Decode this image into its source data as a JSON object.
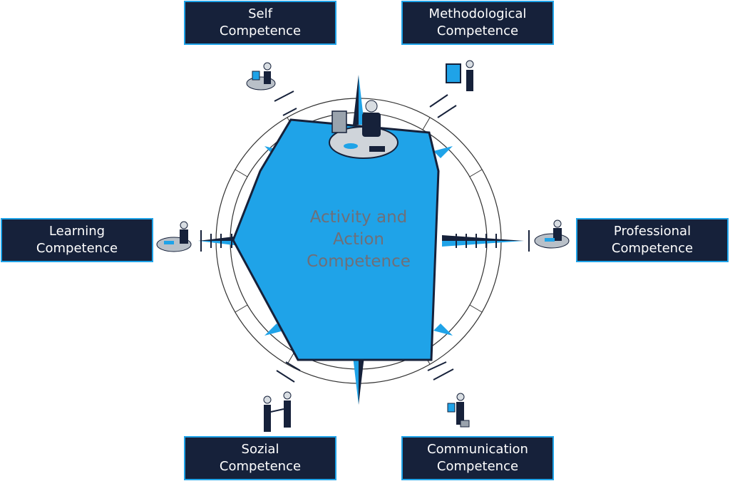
{
  "center": {
    "line1": "Activity and",
    "line2": "Action",
    "line3": "Competence"
  },
  "boxes": {
    "self": {
      "line1": "Self",
      "line2": "Competence"
    },
    "methodological": {
      "line1": "Methodological",
      "line2": "Competence"
    },
    "learning": {
      "line1": "Learning",
      "line2": "Competence"
    },
    "professional": {
      "line1": "Professional",
      "line2": "Competence"
    },
    "sozial": {
      "line1": "Sozial",
      "line2": "Competence"
    },
    "communication": {
      "line1": "Communication",
      "line2": "Competence"
    }
  },
  "colors": {
    "box_fill": "#16213a",
    "box_border": "#1fa3e8",
    "hexagon": "#1fa3e8",
    "navy": "#16213a",
    "center_text": "#6f6f78"
  }
}
